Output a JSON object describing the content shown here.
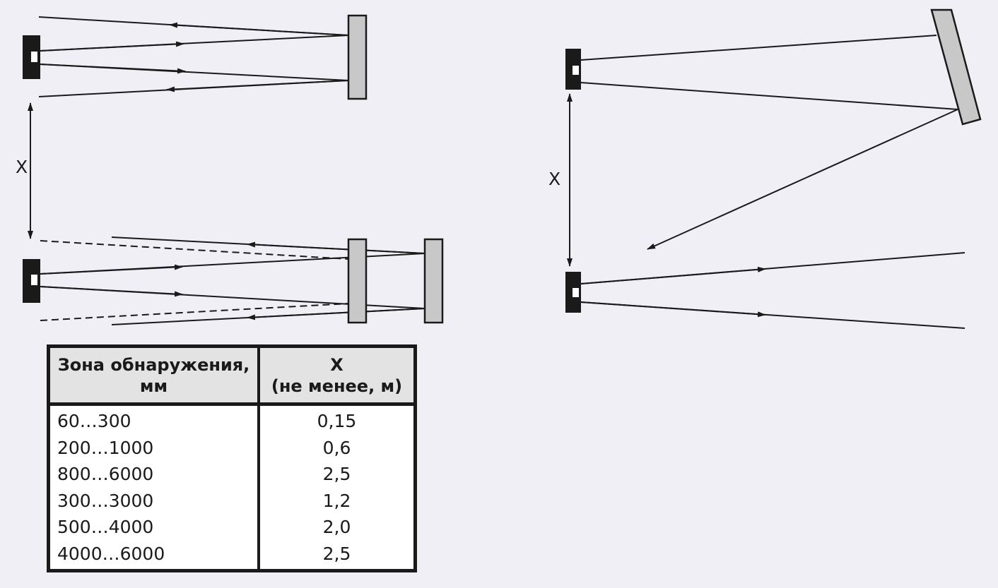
{
  "diagram": {
    "distance_label": "X",
    "colors": {
      "background": "#f1eff6",
      "line": "#1a1a1a",
      "reflector": "#c8c8c8",
      "sensor": "#1a1a1a"
    }
  },
  "table": {
    "headers": [
      "Зона обнаружения,\nмм",
      "X\n(не менее, м)"
    ],
    "rows": [
      {
        "zone": "60…300",
        "x": "0,15"
      },
      {
        "zone": "200…1000",
        "x": "0,6"
      },
      {
        "zone": "800…6000",
        "x": "2,5"
      },
      {
        "zone": "300…3000",
        "x": "1,2"
      },
      {
        "zone": "500…4000",
        "x": "2,0"
      },
      {
        "zone": "4000…6000",
        "x": "2,5"
      }
    ]
  }
}
